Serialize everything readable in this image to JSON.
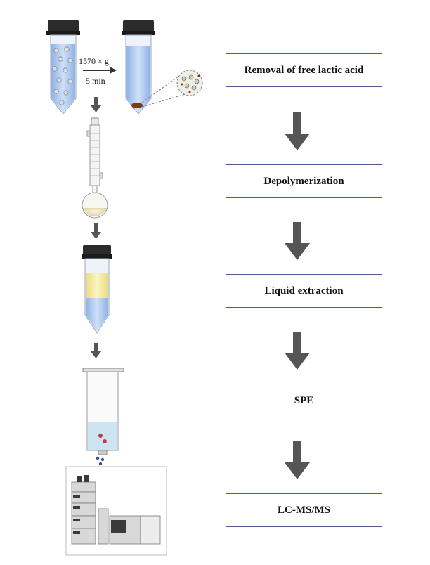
{
  "steps": [
    {
      "label": "Removal of free lactic acid"
    },
    {
      "label": "Depolymerization"
    },
    {
      "label": "Liquid extraction"
    },
    {
      "label": "SPE"
    },
    {
      "label": "LC-MS/MS"
    }
  ],
  "centrifuge": {
    "speed": "1570 × g",
    "time": "5 min"
  },
  "colors": {
    "box_border": "#4a5d8f",
    "arrow": "#555555",
    "tube_blue": "#a9c6ee",
    "extract_yellow": "#f2e79a"
  }
}
